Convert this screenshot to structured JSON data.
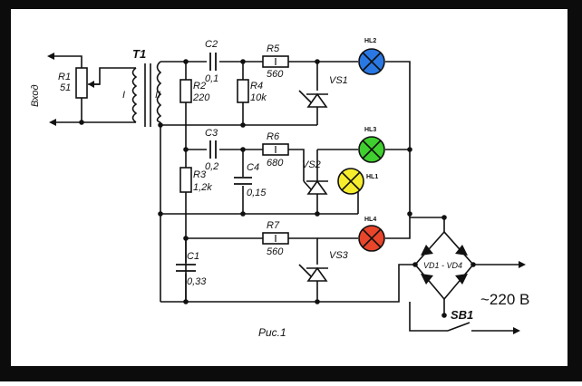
{
  "input_label": "Вход",
  "r1": {
    "name": "R1",
    "value": "51"
  },
  "t1": {
    "name": "T1",
    "winding1": "I",
    "winding2": "II"
  },
  "c2": {
    "name": "C2",
    "value": "0,1"
  },
  "r5": {
    "name": "R5",
    "value": "560"
  },
  "r2": {
    "name": "R2",
    "value": "220"
  },
  "r4": {
    "name": "R4",
    "value": "10k"
  },
  "vs1": "VS1",
  "hl2": {
    "name": "HL2",
    "color": "#2a78e4"
  },
  "c3": {
    "name": "C3",
    "value": "0,2"
  },
  "r6": {
    "name": "R6",
    "value": "680"
  },
  "hl3": {
    "name": "HL3",
    "color": "#3fcf2e"
  },
  "r3": {
    "name": "R3",
    "value": "1,2k"
  },
  "c4": {
    "name": "C4",
    "value": "0,15"
  },
  "vs2": "VS2",
  "hl1": {
    "name": "HL1",
    "color": "#f6ee2c"
  },
  "hl4": {
    "name": "HL4",
    "color": "#e8452a"
  },
  "r7": {
    "name": "R7",
    "value": "560"
  },
  "vs3": "VS3",
  "c1": {
    "name": "C1",
    "value": "0,33"
  },
  "bridge": "VD1 - VD4",
  "mains": "~220 В",
  "sb1": "SB1",
  "caption": "Рис.1"
}
